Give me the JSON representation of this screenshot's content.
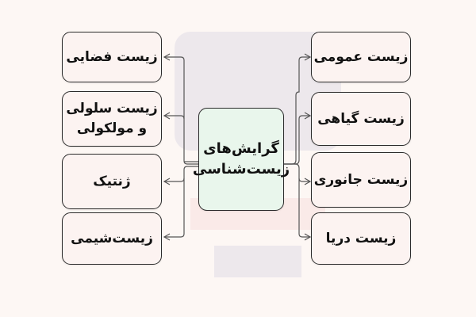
{
  "diagram": {
    "center": {
      "label": "گرایش‌های زیست‌شناسی",
      "line1": "گرایش‌های",
      "line2": "زیست‌شناسی"
    },
    "left_nodes": [
      {
        "id": "space",
        "label": "زیست فضایی"
      },
      {
        "id": "cell",
        "label": "زیست سلولی و مولکولی",
        "line1": "زیست سلولی",
        "line2": "و مولکولی"
      },
      {
        "id": "genetics",
        "label": "ژنتیک"
      },
      {
        "id": "biochem",
        "label": "زیست‌شیمی"
      }
    ],
    "right_nodes": [
      {
        "id": "general",
        "label": "زیست عمومی"
      },
      {
        "id": "plant",
        "label": "زیست گیاهی"
      },
      {
        "id": "animal",
        "label": "زیست جانوری"
      },
      {
        "id": "marine",
        "label": "زیست دریا"
      }
    ],
    "colors": {
      "background": "#fdf7f4",
      "center_fill": "#e9f6ec",
      "node_fill": "#fcf3f1",
      "stroke": "#2b2b2b",
      "connector": "#555555"
    }
  }
}
